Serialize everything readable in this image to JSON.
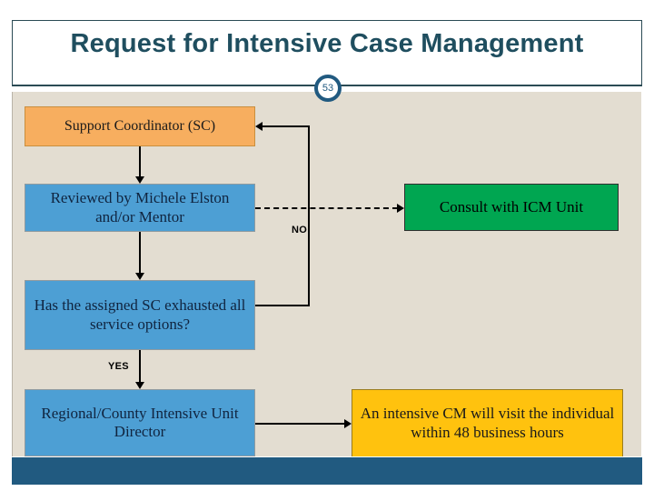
{
  "slide": {
    "title": "Request for Intensive Case Management",
    "page_number": "53",
    "title_color": "#1f4e5f",
    "canvas_color": "#e3ddd1",
    "footer_bar_color": "#215a80"
  },
  "flow": {
    "nodes": [
      {
        "id": "support-coordinator",
        "label": "Support Coordinator (SC)",
        "color": "#f7ae5f"
      },
      {
        "id": "reviewed-by",
        "label": "Reviewed by Michele Elston and/or Mentor",
        "color": "#4d9fd4"
      },
      {
        "id": "decision-exhausted",
        "label": "Has the assigned SC exhausted all service options?",
        "color": "#4d9fd4"
      },
      {
        "id": "regional-director",
        "label": "Regional/County Intensive Unit Director",
        "color": "#4d9fd4"
      },
      {
        "id": "consult-icm",
        "label": "Consult with ICM Unit",
        "color": "#00a651"
      },
      {
        "id": "intensive-cm-visit",
        "label": "An intensive CM will visit the individual within 48 business hours",
        "color": "#ffc20e"
      }
    ],
    "edge_labels": {
      "no": "NO",
      "yes": "YES"
    }
  }
}
